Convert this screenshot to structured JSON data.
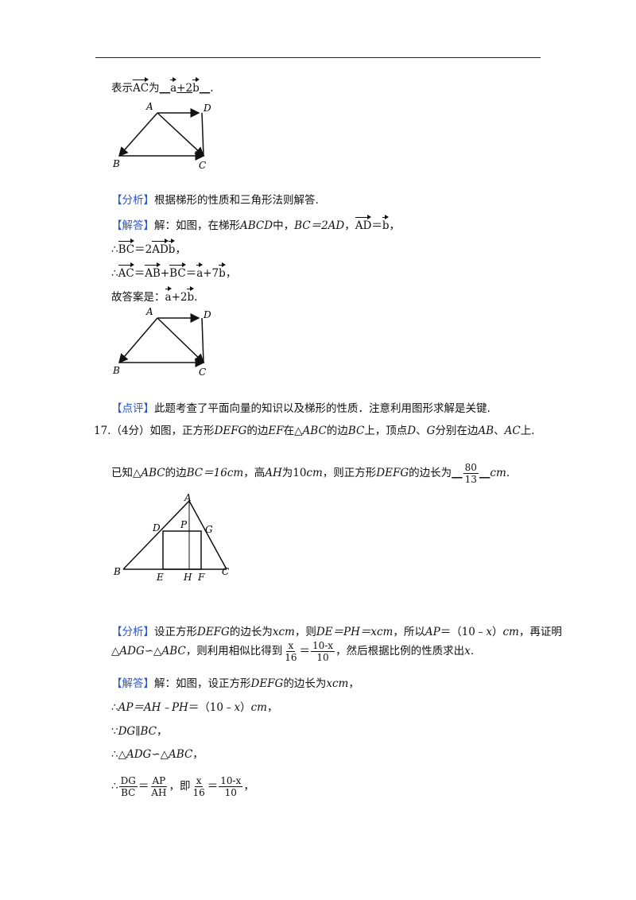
{
  "top_answer": {
    "prefix": "表示",
    "vec_ac": "AC",
    "mid": "为",
    "blank1": "__",
    "vec_a": "a",
    "plus2": "+2",
    "vec_b": "b",
    "blank2": "__",
    "end": "."
  },
  "fig1_labels": {
    "A": "A",
    "B": "B",
    "C": "C",
    "D": "D"
  },
  "analysis1": {
    "tag": "【分析】",
    "text": "根据梯形的性质和三角形法则解答."
  },
  "solution1": {
    "tag": "【解答】",
    "l1_a": "解：如图，在梯形",
    "l1_abcd": "ABCD",
    "l1_b": "中，",
    "l1_eq": "BC＝2AD",
    "l1_c": "，",
    "l1_vad": "AD",
    "l1_eqs": "＝",
    "l1_vb": "b",
    "l1_end": "，",
    "l2_therefore": "∴",
    "l2_vbc": "BC",
    "l2_eq": "＝2",
    "l2_vad": "AD",
    "l2_vb": "b",
    "l2_end": "，",
    "l3_therefore": "∴",
    "l3_vac": "AC",
    "l3_eq1": "＝",
    "l3_vab": "AB",
    "l3_plus": "+",
    "l3_vbc": "BC",
    "l3_eq2": "＝",
    "l3_va": "a",
    "l3_plus7": "+7",
    "l3_vb": "b",
    "l3_end": "，",
    "l4_text": "故答案是：",
    "l4_va": "a",
    "l4_plus2": "+2",
    "l4_vb": "b",
    "l4_end": "."
  },
  "comment1": {
    "tag": "【点评】",
    "text": "此题考查了平面向量的知识以及梯形的性质．注意利用图形求解是关键."
  },
  "q17": {
    "l1": "17.（4分）如图，正方形",
    "defg": "DEFG",
    "l1_b": "的边",
    "ef": "EF",
    "l1_c": "在△",
    "abc": "ABC",
    "l1_d": "的边",
    "bc": "BC",
    "l1_e": "上，顶点",
    "d": "D",
    "l1_f": "、",
    "g": "G",
    "l1_g": "分别在边",
    "ab": "AB",
    "l1_h": "、",
    "ac": "AC",
    "l1_i": "上.",
    "l2_a": "已知△",
    "l2_abc": "ABC",
    "l2_b": "的边",
    "l2_bc": "BC＝16",
    "l2_cm1": "cm",
    "l2_c": "，高",
    "l2_ah": "AH",
    "l2_d": "为10",
    "l2_cm2": "cm",
    "l2_e": "，则正方形",
    "l2_defg": "DEFG",
    "l2_f": "的边长为",
    "blank": "__",
    "num": "80",
    "den": "13",
    "blank2": "__",
    "l2_cm3": "cm",
    "l2_end": "."
  },
  "fig3_labels": {
    "A": "A",
    "B": "B",
    "C": "C",
    "D": "D",
    "E": "E",
    "F": "F",
    "G": "G",
    "H": "H",
    "P": "P"
  },
  "analysis2": {
    "tag": "【分析】",
    "a": "设正方形",
    "defg": "DEFG",
    "b": "的边长为",
    "x": "xcm",
    "c": "，则",
    "eq": "DE＝PH＝xcm",
    "d": "，所以",
    "ap": "AP",
    "e": "＝（10﹣",
    "xv": "x",
    "f": "）",
    "cm": "cm",
    "g": "，再证明",
    "l2_a": "△",
    "l2_adg": "ADG",
    "l2_b": "∽△",
    "l2_abc": "ABC",
    "l2_c": "，则利用相似比得到",
    "f1_num": "x",
    "f1_den": "16",
    "l2_eq": "＝",
    "f2_num": "10-x",
    "f2_den": "10",
    "l2_d": "，然后根据比例的性质求出",
    "l2_x": "x",
    "l2_end": "."
  },
  "solution2": {
    "tag": "【解答】",
    "l1_a": "解：如图，设正方形",
    "l1_defg": "DEFG",
    "l1_b": "的边长为",
    "l1_x": "xcm",
    "l1_end": "，",
    "l2_t": "∴",
    "l2_expr": "AP＝AH﹣PH",
    "l2_b": "＝（10﹣",
    "l2_x": "x",
    "l2_c": "）",
    "l2_cm": "cm",
    "l2_end": "，",
    "l3_t": "∵",
    "l3_expr": "DG∥BC",
    "l3_end": "，",
    "l4_t": "∴△",
    "l4_adg": "ADG",
    "l4_b": "∽△",
    "l4_abc": "ABC",
    "l4_end": "，",
    "l5_t": "∴",
    "f1_num": "DG",
    "f1_den": "BC",
    "l5_eq": "＝",
    "f2_num": "AP",
    "f2_den": "AH",
    "l5_mid": "，即",
    "f3_num": "x",
    "f3_den": "16",
    "l5_eq2": "＝",
    "f4_num": "10-x",
    "f4_den": "10",
    "l5_end": "，"
  }
}
